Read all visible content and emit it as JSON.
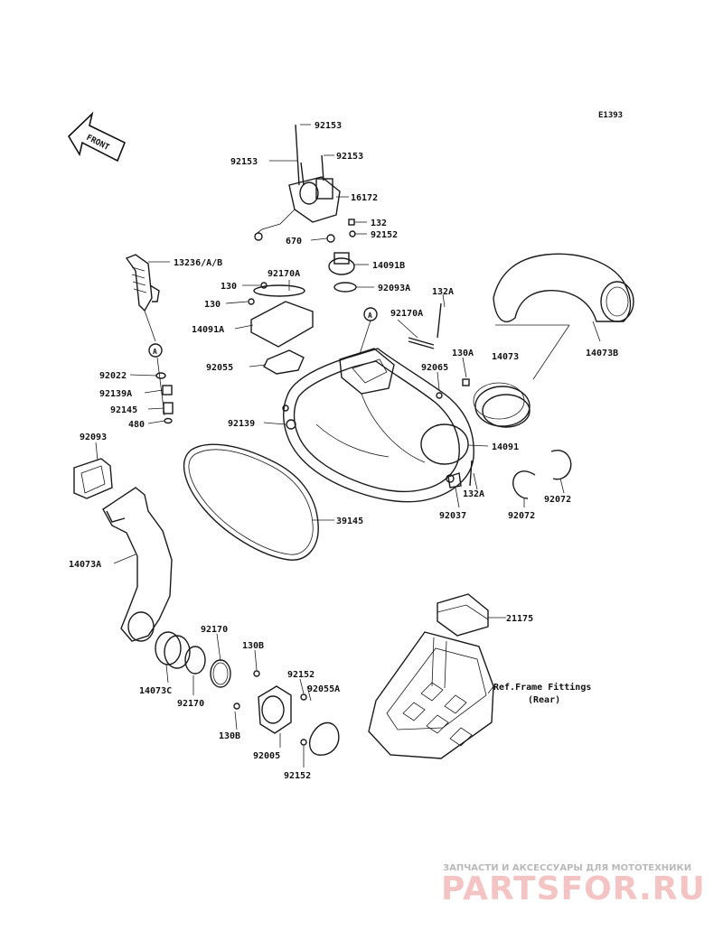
{
  "diagram_code": "E1393",
  "front_label": "FRONT",
  "ref_note": {
    "line1": "Ref.Frame Fittings",
    "line2": "(Rear)"
  },
  "callout_marker": "A",
  "parts": [
    "92153",
    "92153",
    "92153",
    "16172",
    "132",
    "92152",
    "670",
    "14091B",
    "13236/A/B",
    "92170A",
    "130",
    "130",
    "92093A",
    "14091A",
    "132A",
    "92170A",
    "14073",
    "14073B",
    "130A",
    "92065",
    "92055",
    "92022",
    "92139A",
    "92145",
    "480",
    "92139",
    "14091",
    "92093",
    "132A",
    "92037",
    "92072",
    "92072",
    "39145",
    "14073A",
    "21175",
    "92170",
    "130B",
    "92152",
    "92055A",
    "14073C",
    "92170",
    "130B",
    "92005",
    "92152"
  ],
  "watermark": {
    "tagline": "ЗАПЧАСТИ И АКСЕССУАРЫ ДЛЯ МОТОТЕХНИКИ",
    "brand": "PARTSFOR.RU"
  }
}
